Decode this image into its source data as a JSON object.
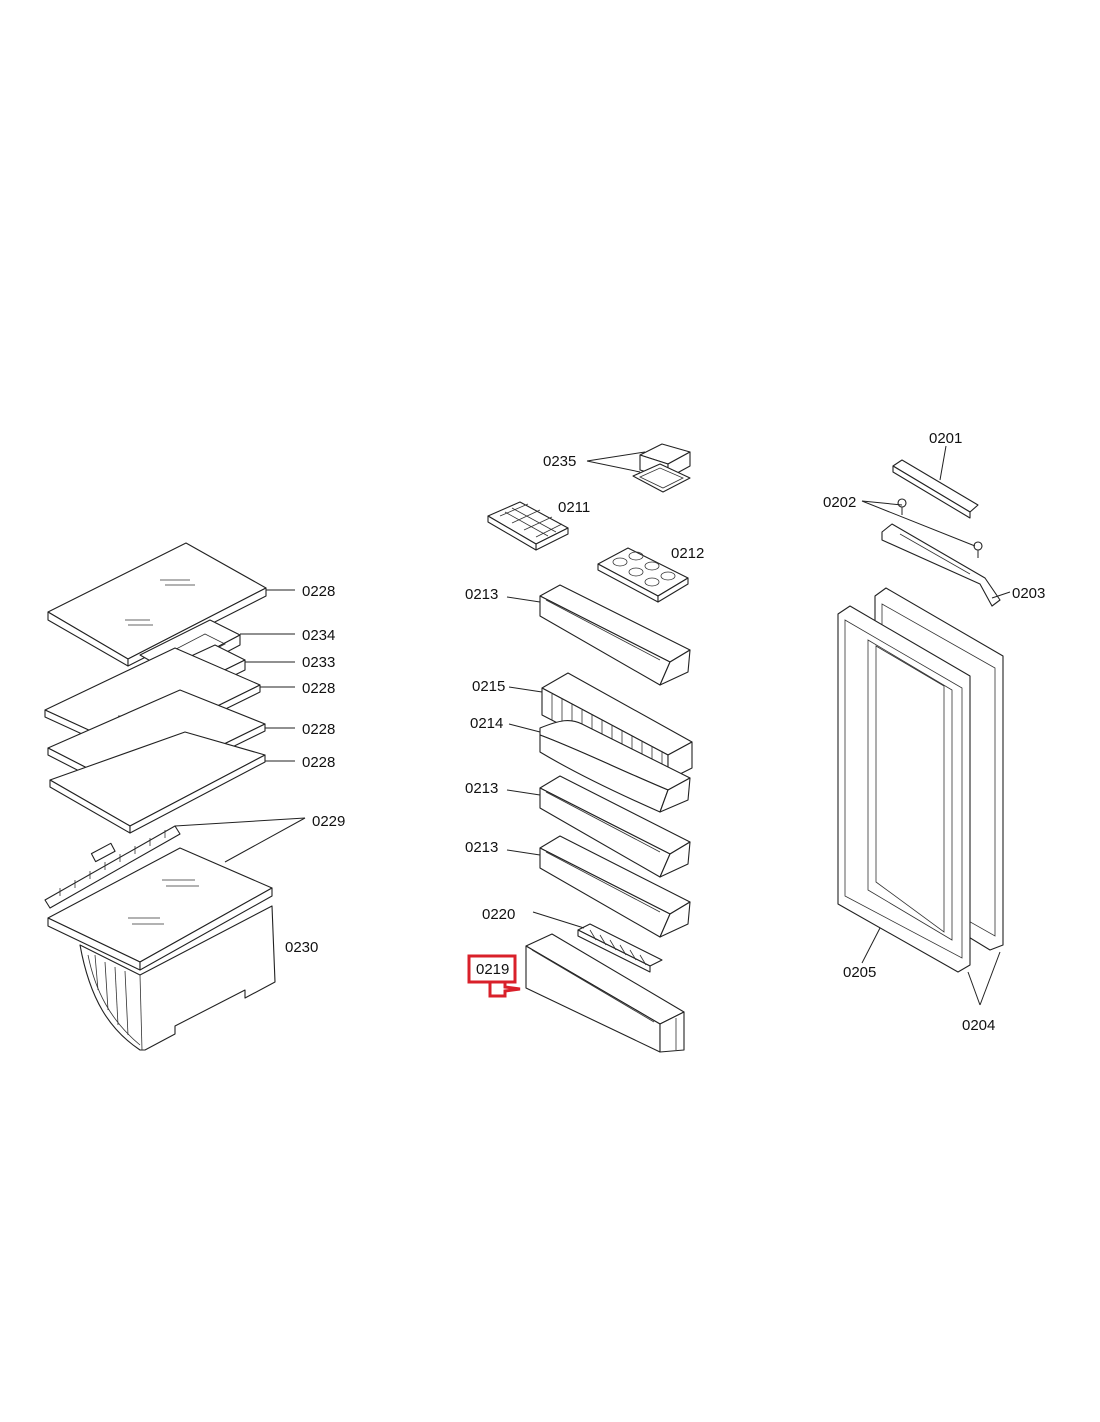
{
  "diagram": {
    "labels": {
      "l0228a": "0228",
      "l0234": "0234",
      "l0233": "0233",
      "l0228b": "0228",
      "l0228c": "0228",
      "l0228d": "0228",
      "l0229": "0229",
      "l0230": "0230",
      "l0235": "0235",
      "l0211": "0211",
      "l0212": "0212",
      "l0213a": "0213",
      "l0215": "0215",
      "l0214": "0214",
      "l0213b": "0213",
      "l0213c": "0213",
      "l0220": "0220",
      "l0219": "0219",
      "l0201": "0201",
      "l0202": "0202",
      "l0203": "0203",
      "l0205": "0205",
      "l0204": "0204"
    },
    "highlight": {
      "part": "0219",
      "color": "#d9202a"
    }
  }
}
